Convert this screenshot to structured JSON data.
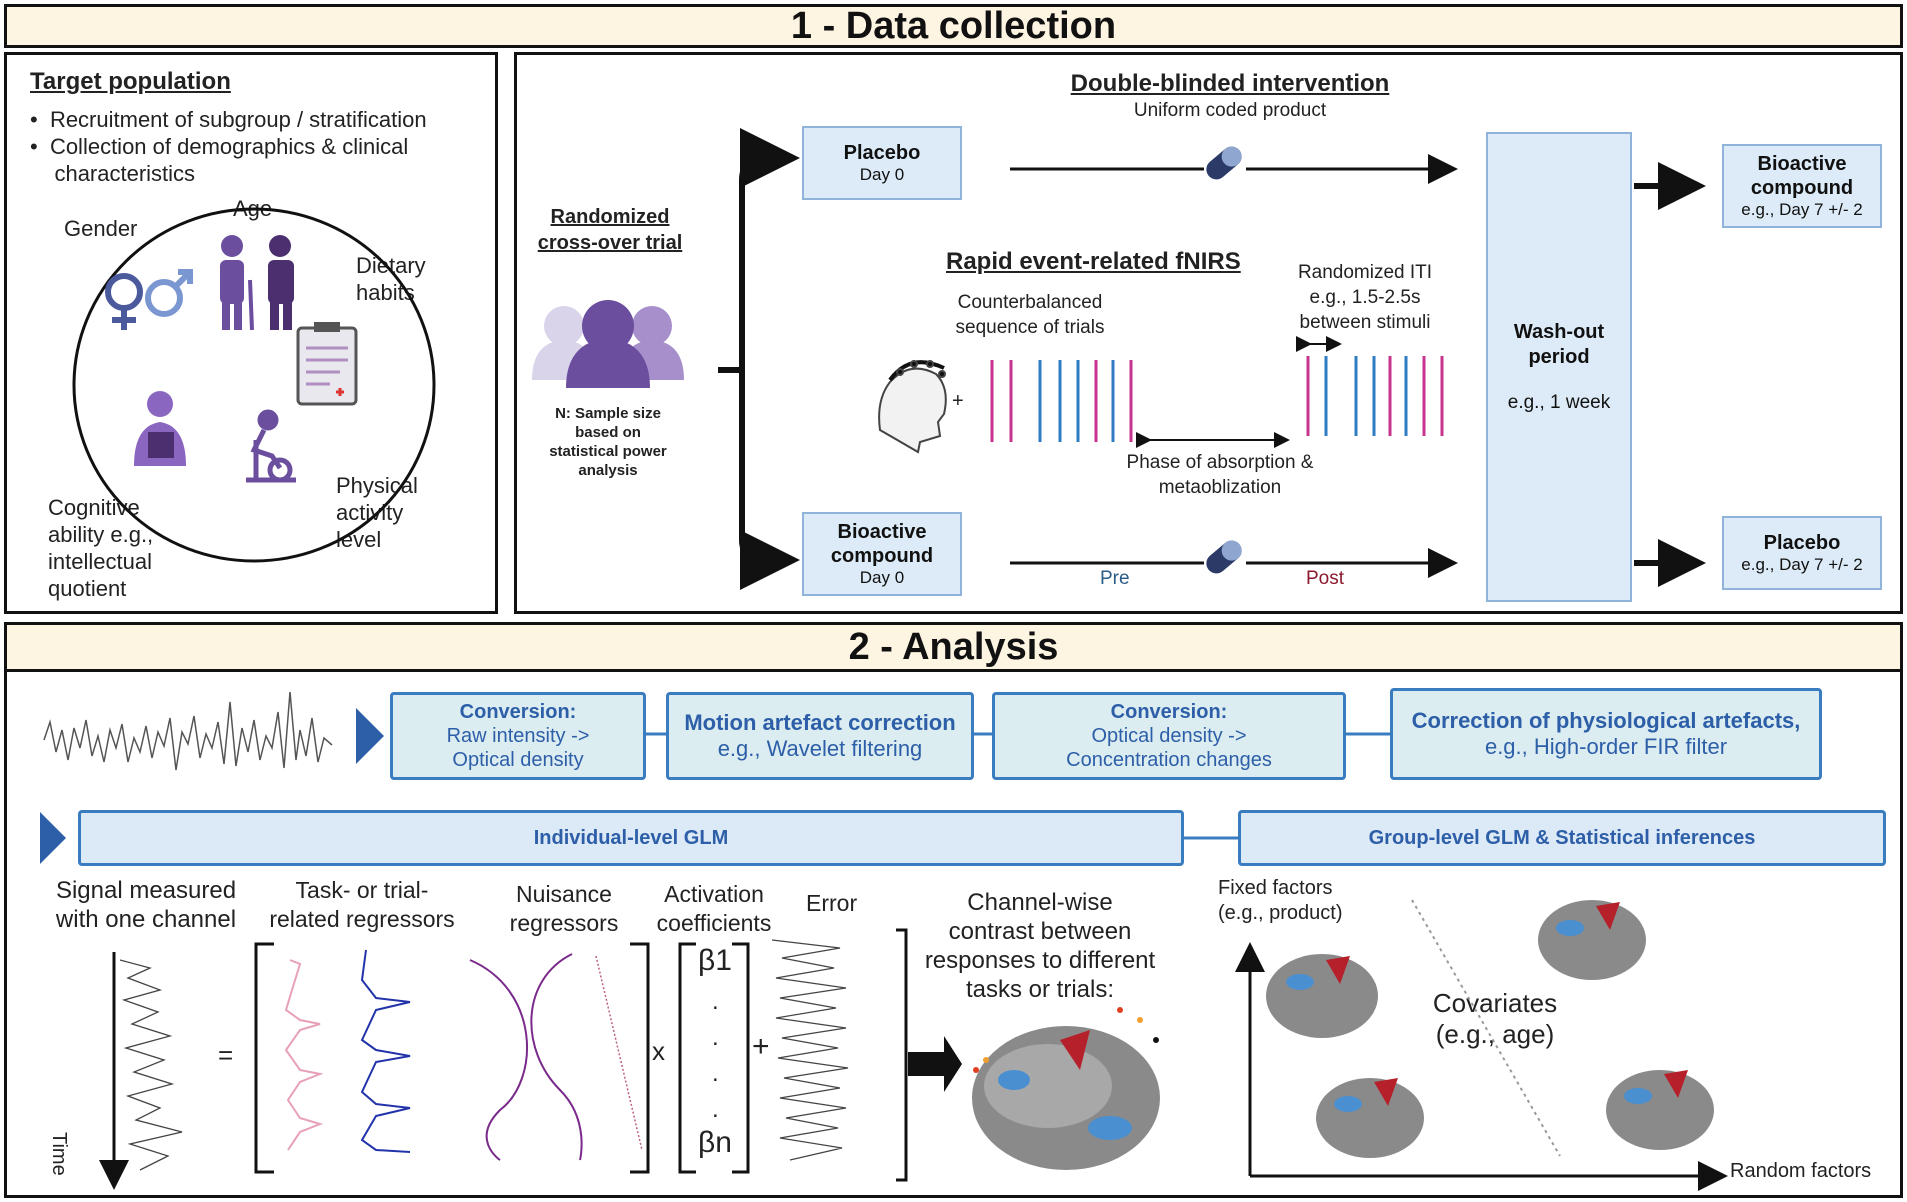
{
  "section1": {
    "title": "1 - Data collection"
  },
  "section2": {
    "title": "2 - Analysis"
  },
  "target": {
    "title": "Target population",
    "bullets": [
      "Recruitment of subgroup / stratification",
      "Collection of demographics & clinical",
      "characteristics"
    ],
    "labels": {
      "gender": "Gender",
      "age": "Age",
      "dietary1": "Dietary",
      "dietary2": "habits",
      "physical1": "Physical",
      "physical2": "activity",
      "physical3": "level",
      "cog1": "Cognitive",
      "cog2": "ability e.g.,",
      "cog3": "intellectual",
      "cog4": "quotient"
    }
  },
  "trial": {
    "title1": "Randomized",
    "title2": "cross-over trial",
    "n1": "N: Sample size",
    "n2": "based on",
    "n3": "statistical power",
    "n4": "analysis",
    "dbi_title": "Double-blinded intervention",
    "dbi_sub": "Uniform coded product",
    "placebo_top": {
      "l1": "Placebo",
      "l2": "Day 0"
    },
    "bio_bottom": {
      "l1": "Bioactive",
      "l2": "compound",
      "l3": "Day 0"
    },
    "fnirs_title": "Rapid event-related fNIRS",
    "counter1": "Counterbalanced",
    "counter2": "sequence of trials",
    "iti1": "Randomized ITI",
    "iti2": "e.g., 1.5-2.5s",
    "iti3": "between stimuli",
    "phase1": "Phase of absorption &",
    "phase2": "metaoblization",
    "pre": "Pre",
    "post": "Post",
    "plus": "+",
    "washout": {
      "l1": "Wash-out",
      "l2": "period",
      "l3": "e.g., 1 week"
    },
    "bio_right": {
      "l1": "Bioactive",
      "l2": "compound",
      "l3": "e.g., Day 7 +/- 2"
    },
    "placebo_right": {
      "l1": "Placebo",
      "l2": "e.g., Day 7 +/- 2"
    }
  },
  "pipeline": {
    "conv1": {
      "title": "Conversion:",
      "l1": "Raw intensity ->",
      "l2": "Optical density"
    },
    "motion": {
      "title": "Motion artefact correction",
      "l1": "e.g., Wavelet filtering"
    },
    "conv2": {
      "title": "Conversion:",
      "l1": "Optical density ->",
      "l2": "Concentration changes"
    },
    "physio": {
      "title": "Correction of physiological artefacts,",
      "l1": "e.g., High-order FIR filter"
    }
  },
  "glm": {
    "individual": "Individual-level GLM",
    "group": "Group-level GLM & Statistical inferences",
    "signal1": "Signal measured",
    "signal2": "with one channel",
    "task1": "Task- or trial-",
    "task2": "related regressors",
    "nuis1": "Nuisance",
    "nuis2": "regressors",
    "act1": "Activation",
    "act2": "coefficients",
    "error": "Error",
    "time": "Time",
    "equals": "=",
    "times": "x",
    "plus": "+",
    "beta1": "β1",
    "betan": "βn",
    "dot": ".",
    "contrast": [
      "Channel-wise",
      "contrast between",
      "responses to different",
      "tasks or trials:"
    ],
    "fixed1": "Fixed factors",
    "fixed2": "(e.g., product)",
    "covariates1": "Covariates",
    "covariates2": "(e.g., age)",
    "random": "Random factors"
  },
  "colors": {
    "band": "#fdf4e1",
    "box": "#dcebf7",
    "blue": "#2d5ea8",
    "purple": "#6b4f9e",
    "magenta": "#c8338f",
    "trialblue": "#2f7bc4",
    "navy": "#2b3a67",
    "pre": "#2b5c86",
    "post": "#8b1a2e"
  }
}
